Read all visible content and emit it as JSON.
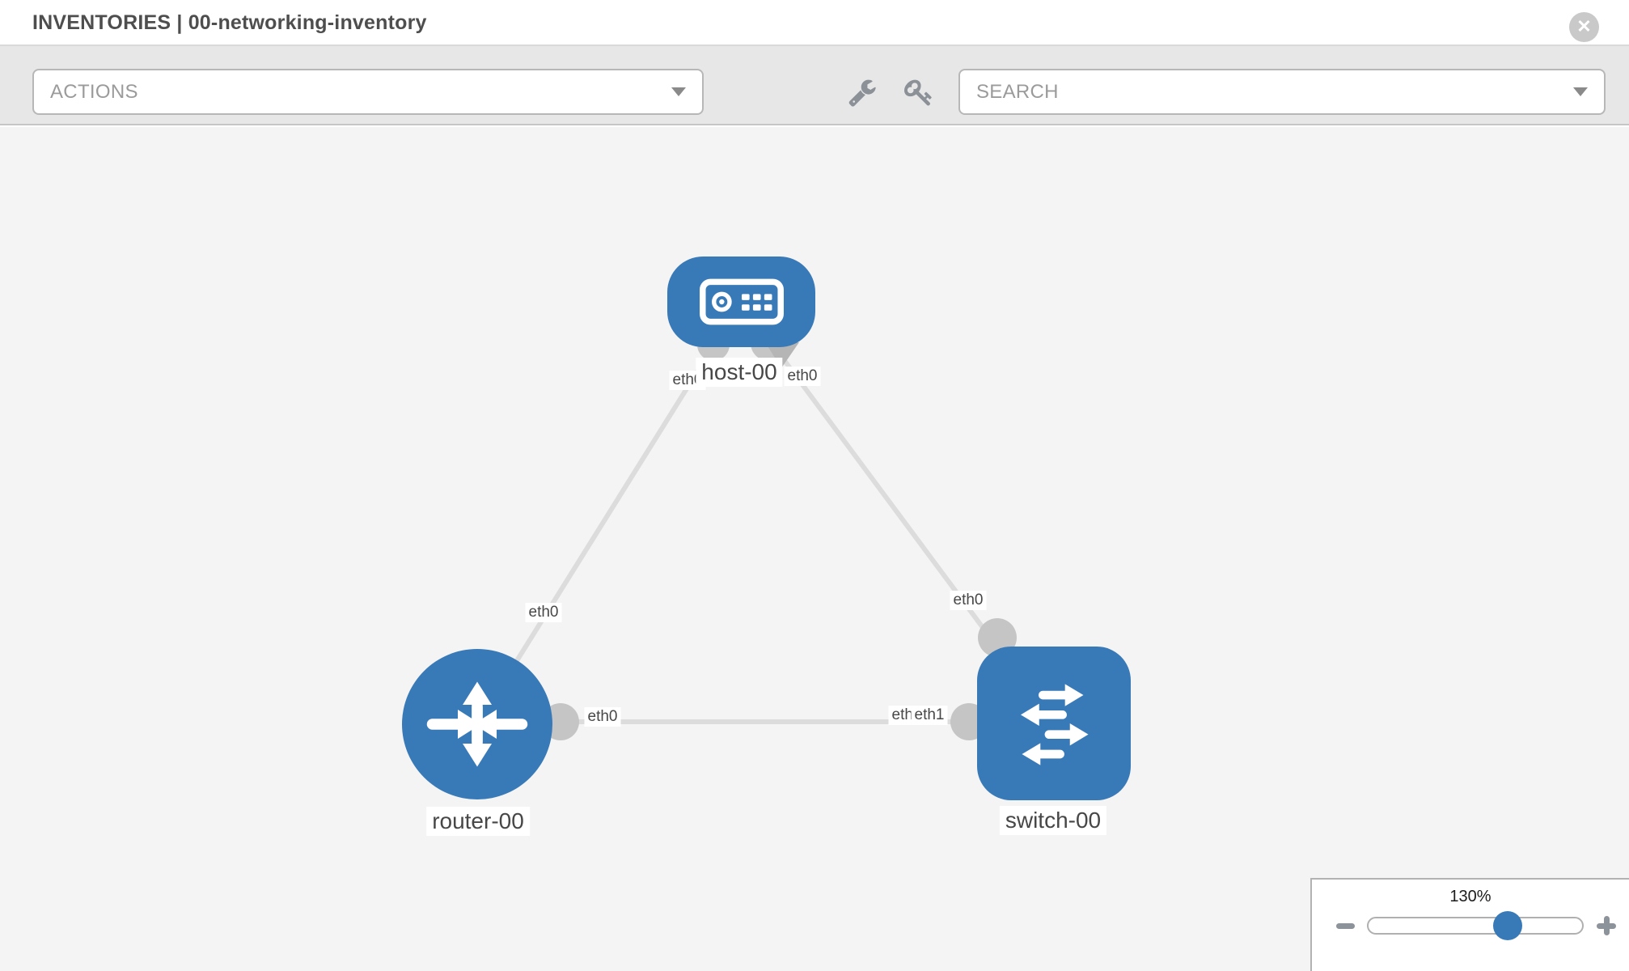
{
  "header": {
    "title": "INVENTORIES | 00-networking-inventory"
  },
  "toolbar": {
    "actions_label": "ACTIONS",
    "search_label": "SEARCH"
  },
  "canvas": {
    "nodes": [
      {
        "id": "host-00",
        "type": "host",
        "label": "host-00"
      },
      {
        "id": "router-00",
        "type": "router",
        "label": "router-00"
      },
      {
        "id": "switch-00",
        "type": "switch",
        "label": "switch-00"
      }
    ],
    "links": [
      {
        "source": "host-00",
        "target": "router-00",
        "source_interface": "eth0",
        "target_interface": "eth0"
      },
      {
        "source": "host-00",
        "target": "switch-00",
        "source_interface": "eth0",
        "target_interface": "eth0"
      },
      {
        "source": "router-00",
        "target": "switch-00",
        "source_interface": "eth0",
        "target_interface": "eth1",
        "target_interface_overlapped": "eth1"
      }
    ]
  },
  "zoom_control": {
    "level": "130%"
  },
  "colors": {
    "node_blue": "#3879b8",
    "link_gray": "#dcdcdc",
    "port_gray": "#c5c5c5",
    "canvas_bg": "#f4f4f4",
    "icon_gray": "#8b9196"
  }
}
